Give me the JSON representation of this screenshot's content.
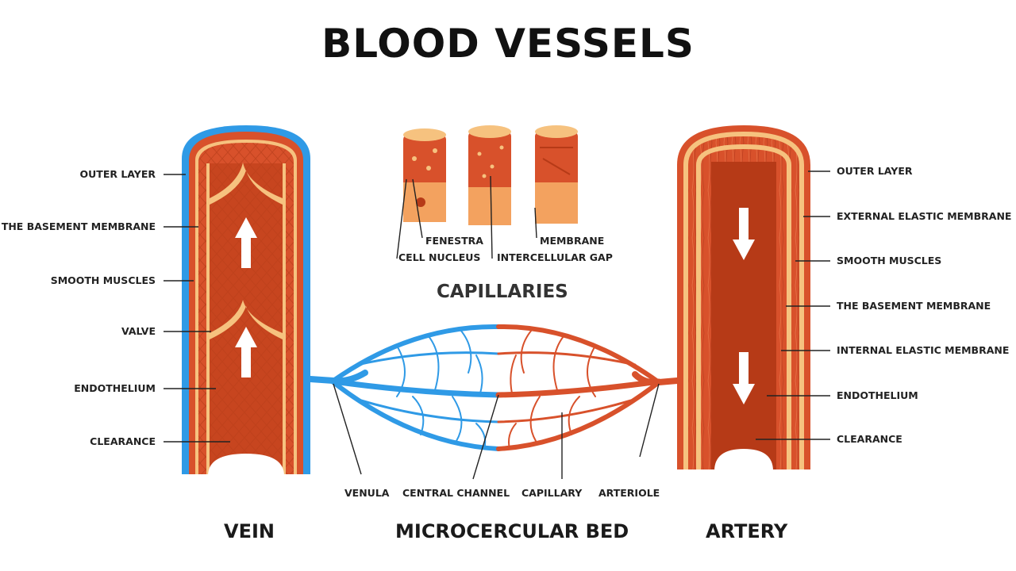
{
  "title": "BLOOD VESSELS",
  "sections": {
    "vein": "VEIN",
    "microbed": "MICROCERCULAR BED",
    "artery": "ARTERY",
    "capillaries": "CAPILLARIES"
  },
  "vein_labels": [
    "OUTER LAYER",
    "THE BASEMENT MEMBRANE",
    "SMOOTH MUSCLES",
    "VALVE",
    "ENDOTHELIUM",
    "CLEARANCE"
  ],
  "artery_labels": [
    "OUTER LAYER",
    "EXTERNAL ELASTIC MEMBRANE",
    "SMOOTH MUSCLES",
    "THE BASEMENT MEMBRANE",
    "INTERNAL ELASTIC MEMBRANE",
    "ENDOTHELIUM",
    "CLEARANCE"
  ],
  "capillary_labels": {
    "fenestra": "FENESTRA",
    "cell_nucleus": "CELL NUCLEUS",
    "membrane": "MEMBRANE",
    "intercellular_gap": "INTERCELLULAR GAP"
  },
  "bed_labels": {
    "venula": "VENULA",
    "central_channel": "CENTRAL CHANNEL",
    "capillary": "CAPILLARY",
    "arteriole": "ARTERIOLE"
  },
  "colors": {
    "vein_outer": "#2f9ae6",
    "vessel_wall": "#d8512b",
    "vessel_inner": "#c7451f",
    "membrane_light": "#f6c27f",
    "artery_deep": "#b63a17",
    "vein_network": "#2f9ae6",
    "artery_network": "#d8512b"
  }
}
